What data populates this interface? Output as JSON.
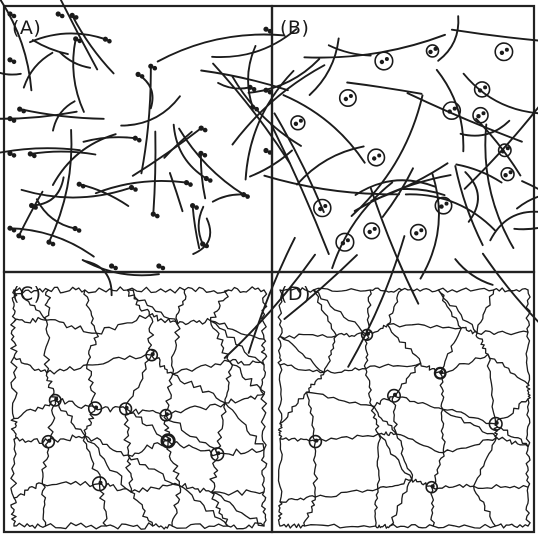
{
  "figure": {
    "panels": [
      {
        "key": "A",
        "label": "(A)"
      },
      {
        "key": "B",
        "label": "(B)"
      },
      {
        "key": "C",
        "label": "(C)"
      },
      {
        "key": "D",
        "label": "(D)"
      }
    ]
  }
}
